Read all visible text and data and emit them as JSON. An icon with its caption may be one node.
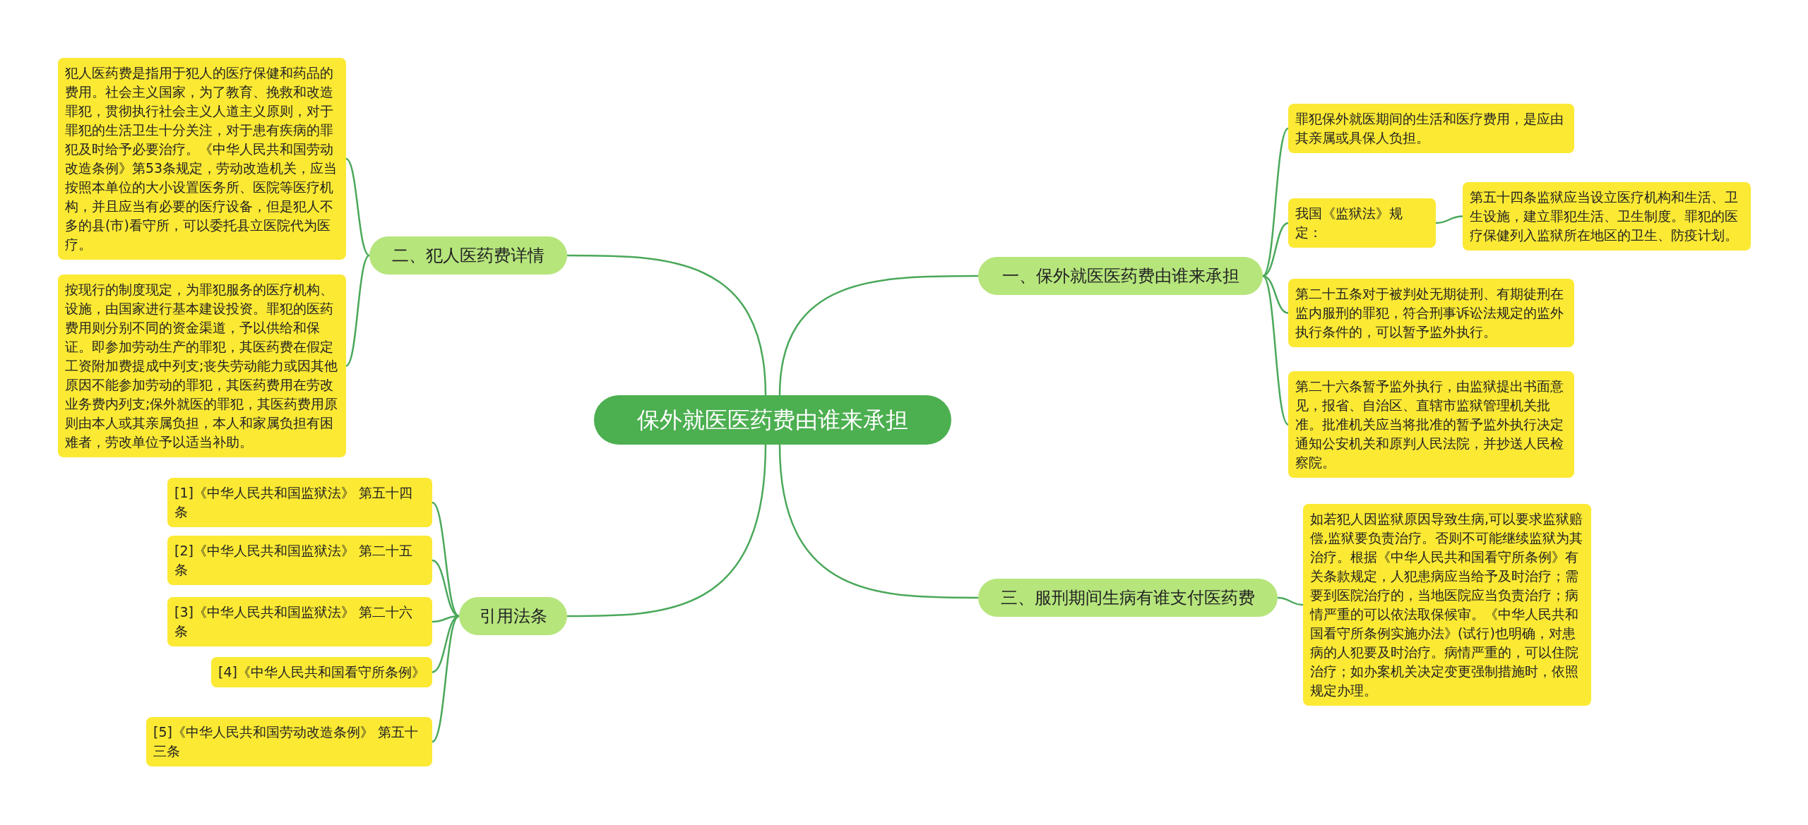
{
  "diagram": {
    "nodes": [
      {
        "text": [
          "保外就医医药费由谁来承担"
        ]
      },
      {
        "text": [
          "一、保外就医医药费由谁来承担"
        ]
      },
      {
        "text": [
          "罪犯保外就医期间的生活和医疗费用，是应由其亲属或具保人负担。"
        ]
      },
      {
        "text": [
          "我国《监狱法》规定："
        ]
      },
      {
        "text": [
          "第五十四条监狱应当设立医疗机构和生活、卫生设施，建立罪犯生活、卫生制度。罪犯的医疗保健列入监狱所在地区的卫生、防疫计划。"
        ]
      },
      {
        "text": [
          "第二十五条对于被判处无期徒刑、有期徒刑在监内服刑的罪犯，符合刑事诉讼法规定的监外执行条件的，可以暂予监外执行。"
        ]
      },
      {
        "text": [
          "第二十六条暂予监外执行，由监狱提出书面意见，报省、自治区、直辖市监狱管理机关批准。批准机关应当将批准的暂予监外执行决定通知公安机关和原判人民法院，并抄送人民检察院。"
        ]
      },
      {
        "text": [
          "三、服刑期间生病有谁支付医药费"
        ]
      },
      {
        "text": [
          "如若犯人因监狱原因导致生病,可以要求监狱赔偿,监狱要负责治疗。否则不可能继续监狱为其治疗。根据《中华人民共和国看守所条例》有关条款规定，人犯患病应当给予及时治疗；需要到医院治疗的，当地医院应当负责治疗；病情严重的可以依法取保候审。《中华人民共和国看守所条例实施办法》(试行)也明确，对患病的人犯要及时治疗。病情严重的，可以住院治疗；如办案机关决定变更强制措施时，依照规定办理。"
        ]
      },
      {
        "text": [
          "二、犯人医药费详情"
        ]
      },
      {
        "text": [
          "犯人医药费是指用于犯人的医疗保健和药品的费用。社会主义国家，为了教育、挽救和改造罪犯，贯彻执行社会主义人道主义原则，对于罪犯的生活卫生十分关注，对于患有疾病的罪犯及时给予必要治疗。《中华人民共和国劳动改造条例》第53条规定，劳动改造机关，应当按照本单位的大小设置医务所、医院等医疗机构，并且应当有必要的医疗设备，但是犯人不多的县(市)看守所，可以委托县立医院代为医疗。"
        ]
      },
      {
        "text": [
          "按现行的制度现定，为罪犯服务的医疗机构、设施，由国家进行基本建设投资。罪犯的医药费用则分别不同的资金渠道，予以供给和保证。即参加劳动生产的罪犯，其医药费在假定工资附加费提成中列支;丧失劳动能力或因其他原因不能参加劳动的罪犯，其医药费用在劳改业务费内列支;保外就医的罪犯，其医药费用原则由本人或其亲属负担，本人和家属负担有困难者，劳改单位予以适当补助。"
        ]
      },
      {
        "text": [
          "引用法条"
        ]
      },
      {
        "text": [
          "[1]《中华人民共和国监狱法》 第五十四条"
        ]
      },
      {
        "text": [
          "[2]《中华人民共和国监狱法》 第二十五条"
        ]
      },
      {
        "text": [
          "[3]《中华人民共和国监狱法》 第二十六条"
        ]
      },
      {
        "text": [
          "[4]《中华人民共和国看守所条例》"
        ]
      },
      {
        "text": [
          "[5]《中华人民共和国劳动改造条例》 第五十三条"
        ]
      }
    ],
    "edges": [
      {
        "from": 0,
        "to": 1,
        "arrow": "none"
      },
      {
        "from": 1,
        "to": 2,
        "arrow": "none"
      },
      {
        "from": 1,
        "to": 3,
        "arrow": "none"
      },
      {
        "from": 3,
        "to": 4,
        "arrow": "none"
      },
      {
        "from": 1,
        "to": 5,
        "arrow": "none"
      },
      {
        "from": 1,
        "to": 6,
        "arrow": "none"
      },
      {
        "from": 0,
        "to": 7,
        "arrow": "none"
      },
      {
        "from": 7,
        "to": 8,
        "arrow": "none"
      },
      {
        "from": 0,
        "to": 9,
        "arrow": "none"
      },
      {
        "from": 9,
        "to": 10,
        "arrow": "none"
      },
      {
        "from": 9,
        "to": 11,
        "arrow": "none"
      },
      {
        "from": 0,
        "to": 12,
        "arrow": "none"
      },
      {
        "from": 12,
        "to": 13,
        "arrow": "none"
      },
      {
        "from": 12,
        "to": 14,
        "arrow": "none"
      },
      {
        "from": 12,
        "to": 15,
        "arrow": "none"
      },
      {
        "from": 12,
        "to": 16,
        "arrow": "none"
      },
      {
        "from": 12,
        "to": 17,
        "arrow": "none"
      }
    ]
  }
}
